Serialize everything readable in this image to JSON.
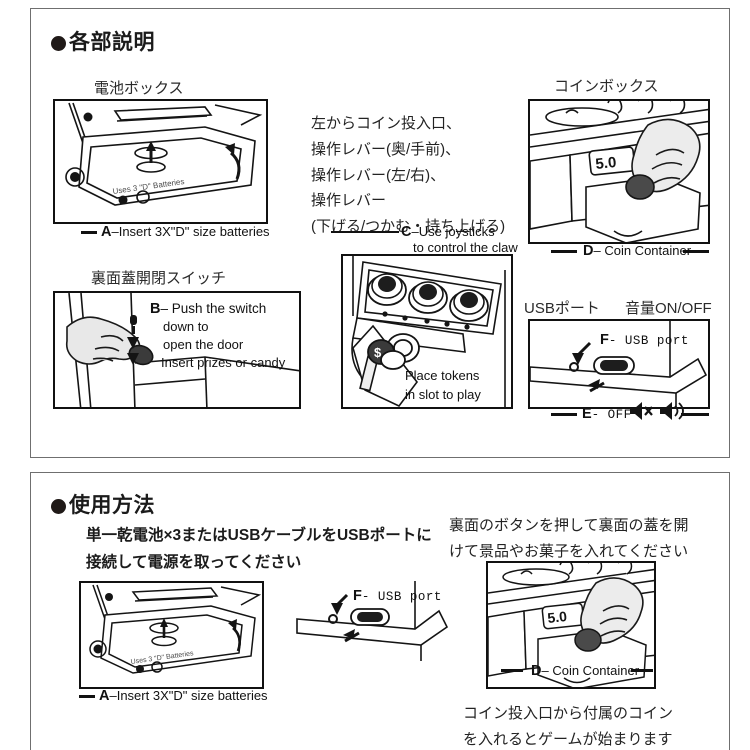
{
  "page": {
    "language": "ja",
    "background": "#ffffff"
  },
  "sections": [
    {
      "id": "parts",
      "heading": "各部説明",
      "bullet": "filled-circle",
      "panels": [
        {
          "id": "battery-box",
          "caption_jp": "電池ボックス",
          "label_key": "A",
          "label_text": "–Insert 3X\"D\" size batteries",
          "inner_text": "Uses 3 \"D\" Batteries"
        },
        {
          "id": "rear-door-switch",
          "caption_jp": "裏面蓋開閉スイッチ",
          "label_key": "B",
          "label_text": "– Push the switch",
          "label_lines": [
            "down to",
            "open the door",
            "Insert prizes or candy"
          ]
        },
        {
          "id": "joystick-panel",
          "label_key": "C",
          "label_text": "–Use joysticks",
          "label_line2": "to control the claw",
          "note_lines": [
            "Place tokens",
            "in slot to play"
          ],
          "coin_glyph": "$"
        },
        {
          "id": "coin-box",
          "caption_jp": "コインボックス",
          "label_key": "D",
          "label_text": "– Coin Container",
          "display_value": "5.0"
        },
        {
          "id": "usb-volume",
          "caption_usb": "USBポート",
          "caption_volume": "音量ON/OFF",
          "label_key_f": "F",
          "label_text_f": "- USB port",
          "label_key_e": "E",
          "label_text_e": "- OFF",
          "icon_mute": "speaker-mute-icon",
          "icon_sound": "speaker-on-icon",
          "leader_color": "#5ec8e8"
        }
      ],
      "center_text": "左からコイン投入口、\n操作レバー(奥/手前)、\n操作レバー(左/右)、\n操作レバー\n(下げる/つかむ・持ち上げる)"
    },
    {
      "id": "usage",
      "heading": "使用方法",
      "bullet": "filled-circle",
      "text_left": "単一乾電池×3またはUSBケーブルをUSBポートに\n接続して電源を取ってください",
      "text_right_top": "裏面のボタンを押して裏面の蓋を開\nけて景品やお菓子を入れてください",
      "text_right_bottom": "コイン投入口から付属のコイン\nを入れるとゲームが始まります",
      "panels": [
        {
          "id": "battery-box-2",
          "label_key": "A",
          "label_text": "–Insert 3X\"D\" size batteries",
          "inner_text": "Uses 3 \"D\" Batteries"
        },
        {
          "id": "usb-port-2",
          "label_key": "F",
          "label_text": "- USB port"
        },
        {
          "id": "coin-box-2",
          "label_key": "D",
          "label_text": "– Coin Container",
          "display_value": "5.0"
        }
      ]
    }
  ]
}
